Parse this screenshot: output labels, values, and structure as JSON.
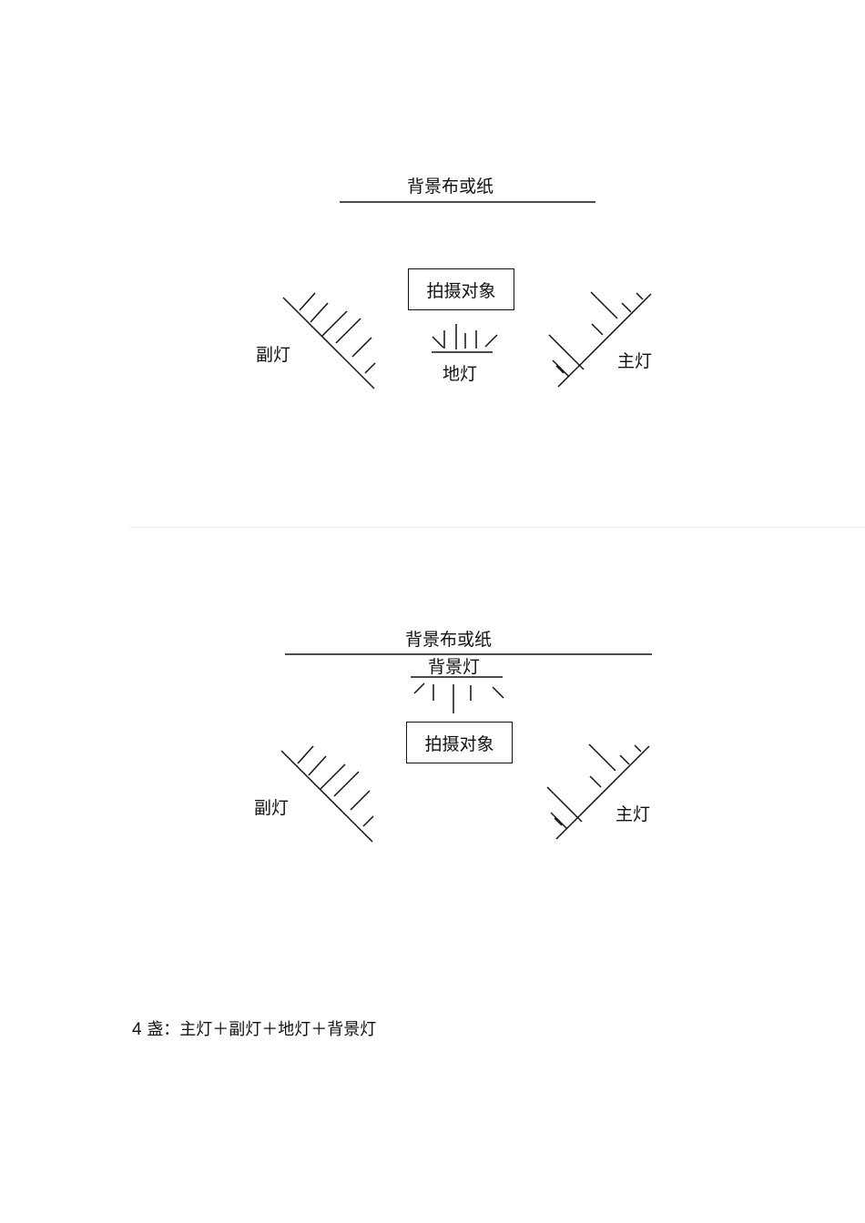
{
  "diagrams": [
    {
      "backdrop": "背景布或纸",
      "subject": "拍摄对象",
      "fill_light": "副灯",
      "key_light": "主灯",
      "floor_light": "地灯"
    },
    {
      "backdrop": "背景布或纸",
      "background_light": "背景灯",
      "subject": "拍摄对象",
      "fill_light": "副灯",
      "key_light": "主灯"
    }
  ],
  "caption": {
    "count": "4",
    "text": "盏：主灯＋副灯＋地灯＋背景灯"
  }
}
